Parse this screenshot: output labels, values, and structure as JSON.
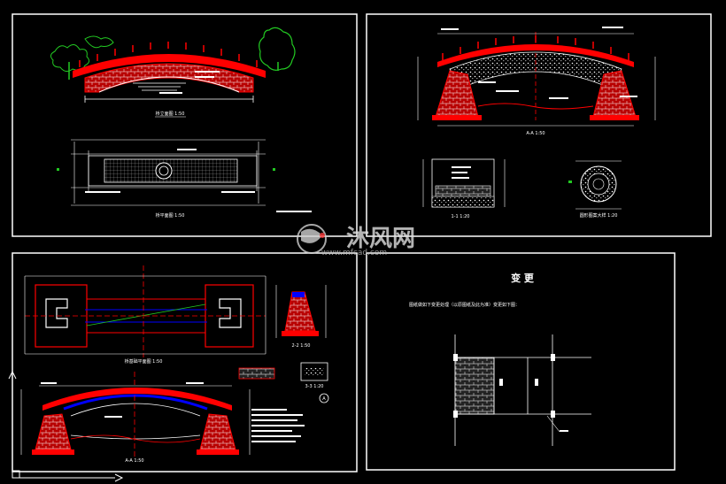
{
  "watermark": {
    "brand": "沐风网",
    "url": "www.mfcad.com"
  },
  "sheets": {
    "top_left": {
      "elevation_caption": "桥立面图 1:50",
      "plan_caption": "桥平面图 1:50"
    },
    "top_right": {
      "section_caption": "A-A 1:50",
      "detail_caption": "1-1 1:20",
      "circle_caption": "圆形图案大样 1:20"
    },
    "bottom_left": {
      "plan_caption": "桥基础平面图 1:50",
      "section_small_caption": "2-2 1:50",
      "detail_small_caption": "3-3 1:20",
      "section_caption": "A-A 1:50",
      "callout": "A"
    },
    "bottom_right": {
      "title": "变 更",
      "note": "图纸做如下变更处理（以原图纸及此为准）变更如下图："
    }
  },
  "colors": {
    "background": "#000000",
    "frame": "#ffffff",
    "bridge": "#ff0000",
    "stone": "#ffffff",
    "tree": "#22c922",
    "water": "#0000ff",
    "dimension": "#ffffff",
    "watermark": "#cfcfcf"
  }
}
